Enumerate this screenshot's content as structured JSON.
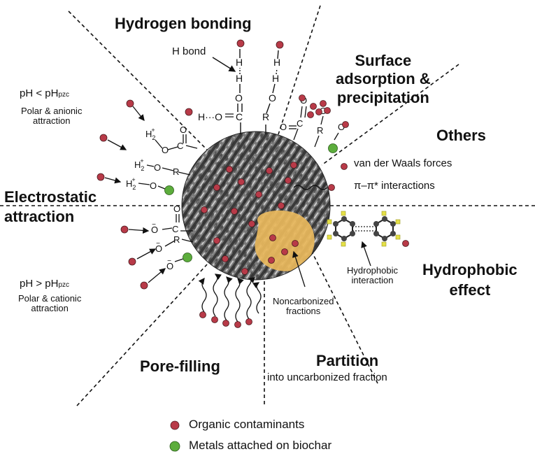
{
  "colors": {
    "organic": "#b83a48",
    "metal": "#5cad3c",
    "fraction": "#e9b95c",
    "biochar": "#5a5a5a"
  },
  "titles": {
    "hydrogen": "Hydrogen bonding",
    "surface": [
      "Surface",
      "adsorption &",
      "precipitation"
    ],
    "others": "Others",
    "electrostatic": [
      "Electrostatic",
      "attraction"
    ],
    "hydrophobic": [
      "Hydrophobic",
      "effect"
    ],
    "partition": "Partition",
    "partition_sub": "into uncarbonized fraction",
    "pore": "Pore-filling"
  },
  "labels": {
    "h_bond": "H bond",
    "vdw": "van der Waals forces",
    "pipi": "π–π* interactions",
    "ph_low": "pH < pH",
    "ph_high": "pH > pH",
    "pzc": "pzc",
    "polar_anionic": [
      "Polar & anionic",
      "attraction"
    ],
    "polar_cationic": [
      "Polar & cationic",
      "attraction"
    ],
    "hydrophobic_interaction": [
      "Hydrophobic",
      "interaction"
    ],
    "noncarbonized": [
      "Noncarbonized",
      "fractions"
    ]
  },
  "chem": {
    "H": "H",
    "O": "O",
    "C": "C",
    "R": "R",
    "hoc": "H···O",
    "h2": "H",
    "plus": "+",
    "sub2": "2",
    "minus": "−"
  },
  "legend": {
    "organic": "Organic contaminants",
    "metal": "Metals attached on biochar"
  },
  "icons": [
    "organic-contaminant-dot-icon",
    "metal-dot-icon"
  ]
}
